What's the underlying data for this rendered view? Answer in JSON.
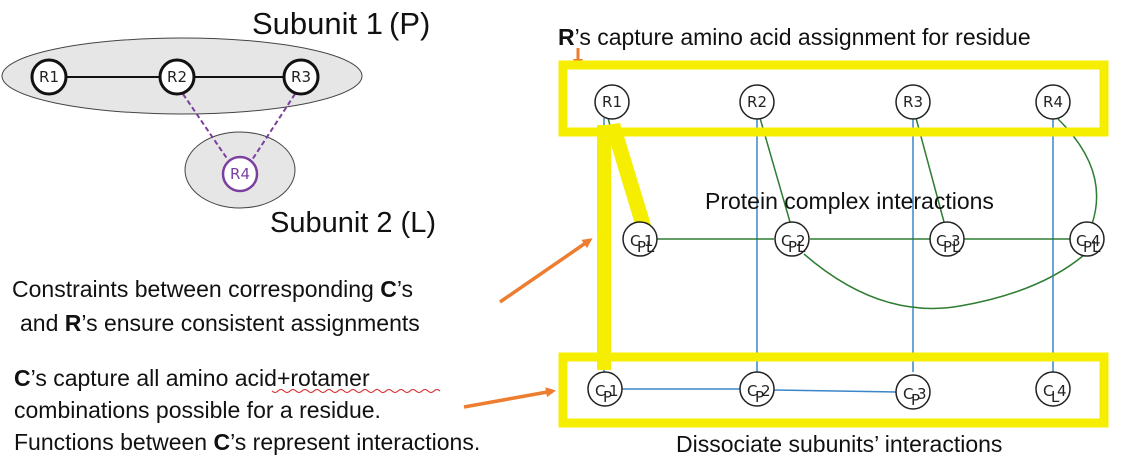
{
  "left_panel": {
    "subunit1_prefix": "Subunit 1",
    "subunit1_tag": "(P)",
    "subunit2_prefix": "Subunit 2",
    "subunit2_tag": "(L)",
    "nodes": [
      "R1",
      "R2",
      "R3",
      "R4"
    ]
  },
  "captions": {
    "top": {
      "bold": "R",
      "rest": "’s capture amino acid assignment for residue"
    },
    "middle": "Protein complex interactions",
    "bottom": "Dissociate subunits’ interactions",
    "constraints_line1_pre": "Constraints between corresponding ",
    "constraints_line1_bold": "C",
    "constraints_line1_post": "’s",
    "constraints_line2_pre": "and ",
    "constraints_line2_bold": "R",
    "constraints_line2_post": "’s ensure consistent assignments",
    "c_line1_bold": "C",
    "c_line1_pre": "’s capture all amino ",
    "c_line1_wavy": "acid+rotamer",
    "c_line2": "combinations possible for a residue.",
    "c_line3_pre": "Functions between ",
    "c_line3_bold": "C",
    "c_line3_post": "’s represent interactions."
  },
  "graph": {
    "r_row": [
      "R1",
      "R2",
      "R3",
      "R4"
    ],
    "cpl_row": [
      {
        "main": "C",
        "sub": "PL",
        "num": "1"
      },
      {
        "main": "C",
        "sub": "PL",
        "num": "2"
      },
      {
        "main": "C",
        "sub": "PL",
        "num": "3"
      },
      {
        "main": "C",
        "sub": "PL",
        "num": "4"
      }
    ],
    "c_row": [
      {
        "main": "C",
        "sub": "P",
        "num": "1"
      },
      {
        "main": "C",
        "sub": "P",
        "num": "2"
      },
      {
        "main": "C",
        "sub": "P",
        "num": "3"
      },
      {
        "main": "C",
        "sub": "L",
        "num": "4"
      }
    ]
  },
  "colors": {
    "highlight": "#f5ee00",
    "arrow": "#ed7d31",
    "green_edge": "#2e7d32",
    "blue_edge": "#3a86c8",
    "purple": "#7b3fa0"
  }
}
